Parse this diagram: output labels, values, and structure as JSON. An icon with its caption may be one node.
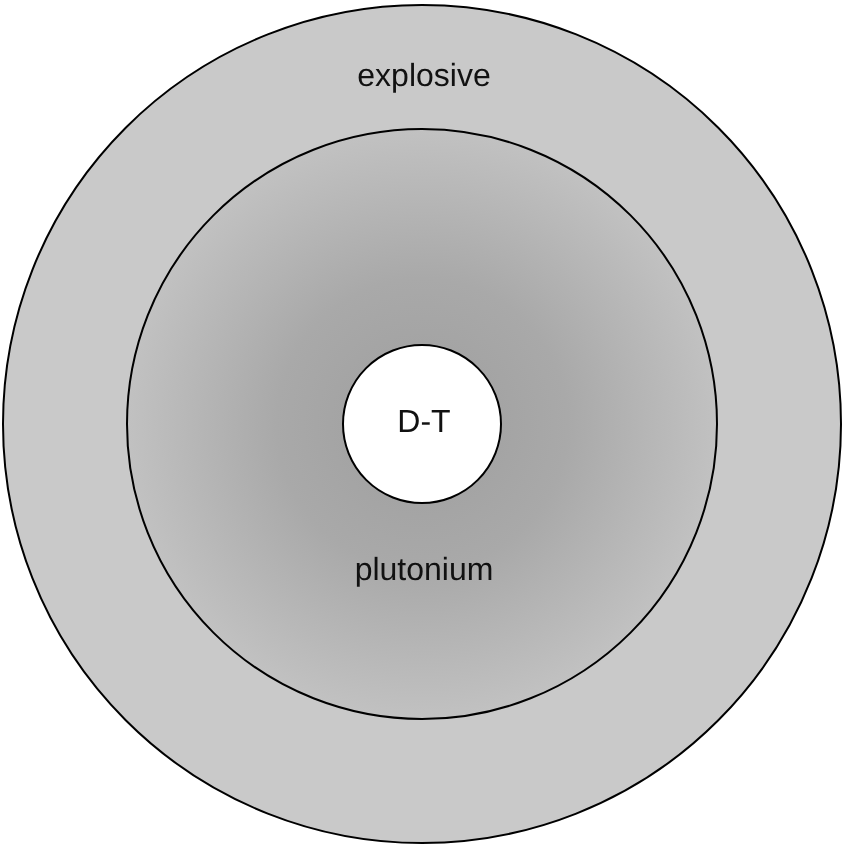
{
  "diagram": {
    "nodes": [
      {
        "text": [
          "explosive"
        ]
      },
      {
        "text": [
          "plutonium"
        ],
        "in": 0
      },
      {
        "text": [
          "D-T"
        ],
        "in": 1
      }
    ]
  }
}
